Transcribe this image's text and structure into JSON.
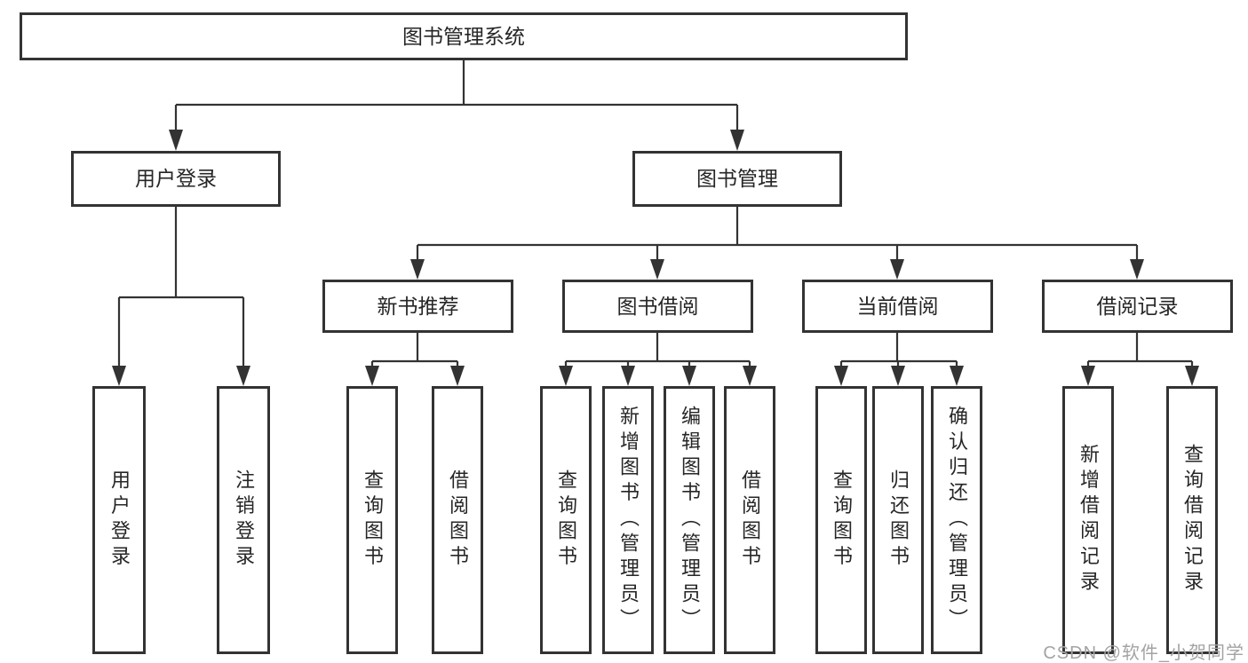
{
  "tree": {
    "label": "图书管理系统",
    "children": [
      {
        "label": "用户登录",
        "children": [
          {
            "label": "用户登录"
          },
          {
            "label": "注销登录"
          }
        ]
      },
      {
        "label": "图书管理",
        "children": [
          {
            "label": "新书推荐",
            "children": [
              {
                "label": "查询图书"
              },
              {
                "label": "借阅图书"
              }
            ]
          },
          {
            "label": "图书借阅",
            "children": [
              {
                "label": "查询图书"
              },
              {
                "label": "新增图书（管理员）"
              },
              {
                "label": "编辑图书（管理员）"
              },
              {
                "label": "借阅图书"
              }
            ]
          },
          {
            "label": "当前借阅",
            "children": [
              {
                "label": "查询图书"
              },
              {
                "label": "归还图书"
              },
              {
                "label": "确认归还（管理员）"
              }
            ]
          },
          {
            "label": "借阅记录",
            "children": [
              {
                "label": "新增借阅记录"
              },
              {
                "label": "查询借阅记录"
              }
            ]
          }
        ]
      }
    ]
  },
  "watermark": {
    "text": "CSDN @软件_小贺同学"
  },
  "colors": {
    "line": "#333333",
    "box_border": "#333333",
    "text": "#262626",
    "watermark": "#a3a3a3",
    "background": "#ffffff"
  }
}
